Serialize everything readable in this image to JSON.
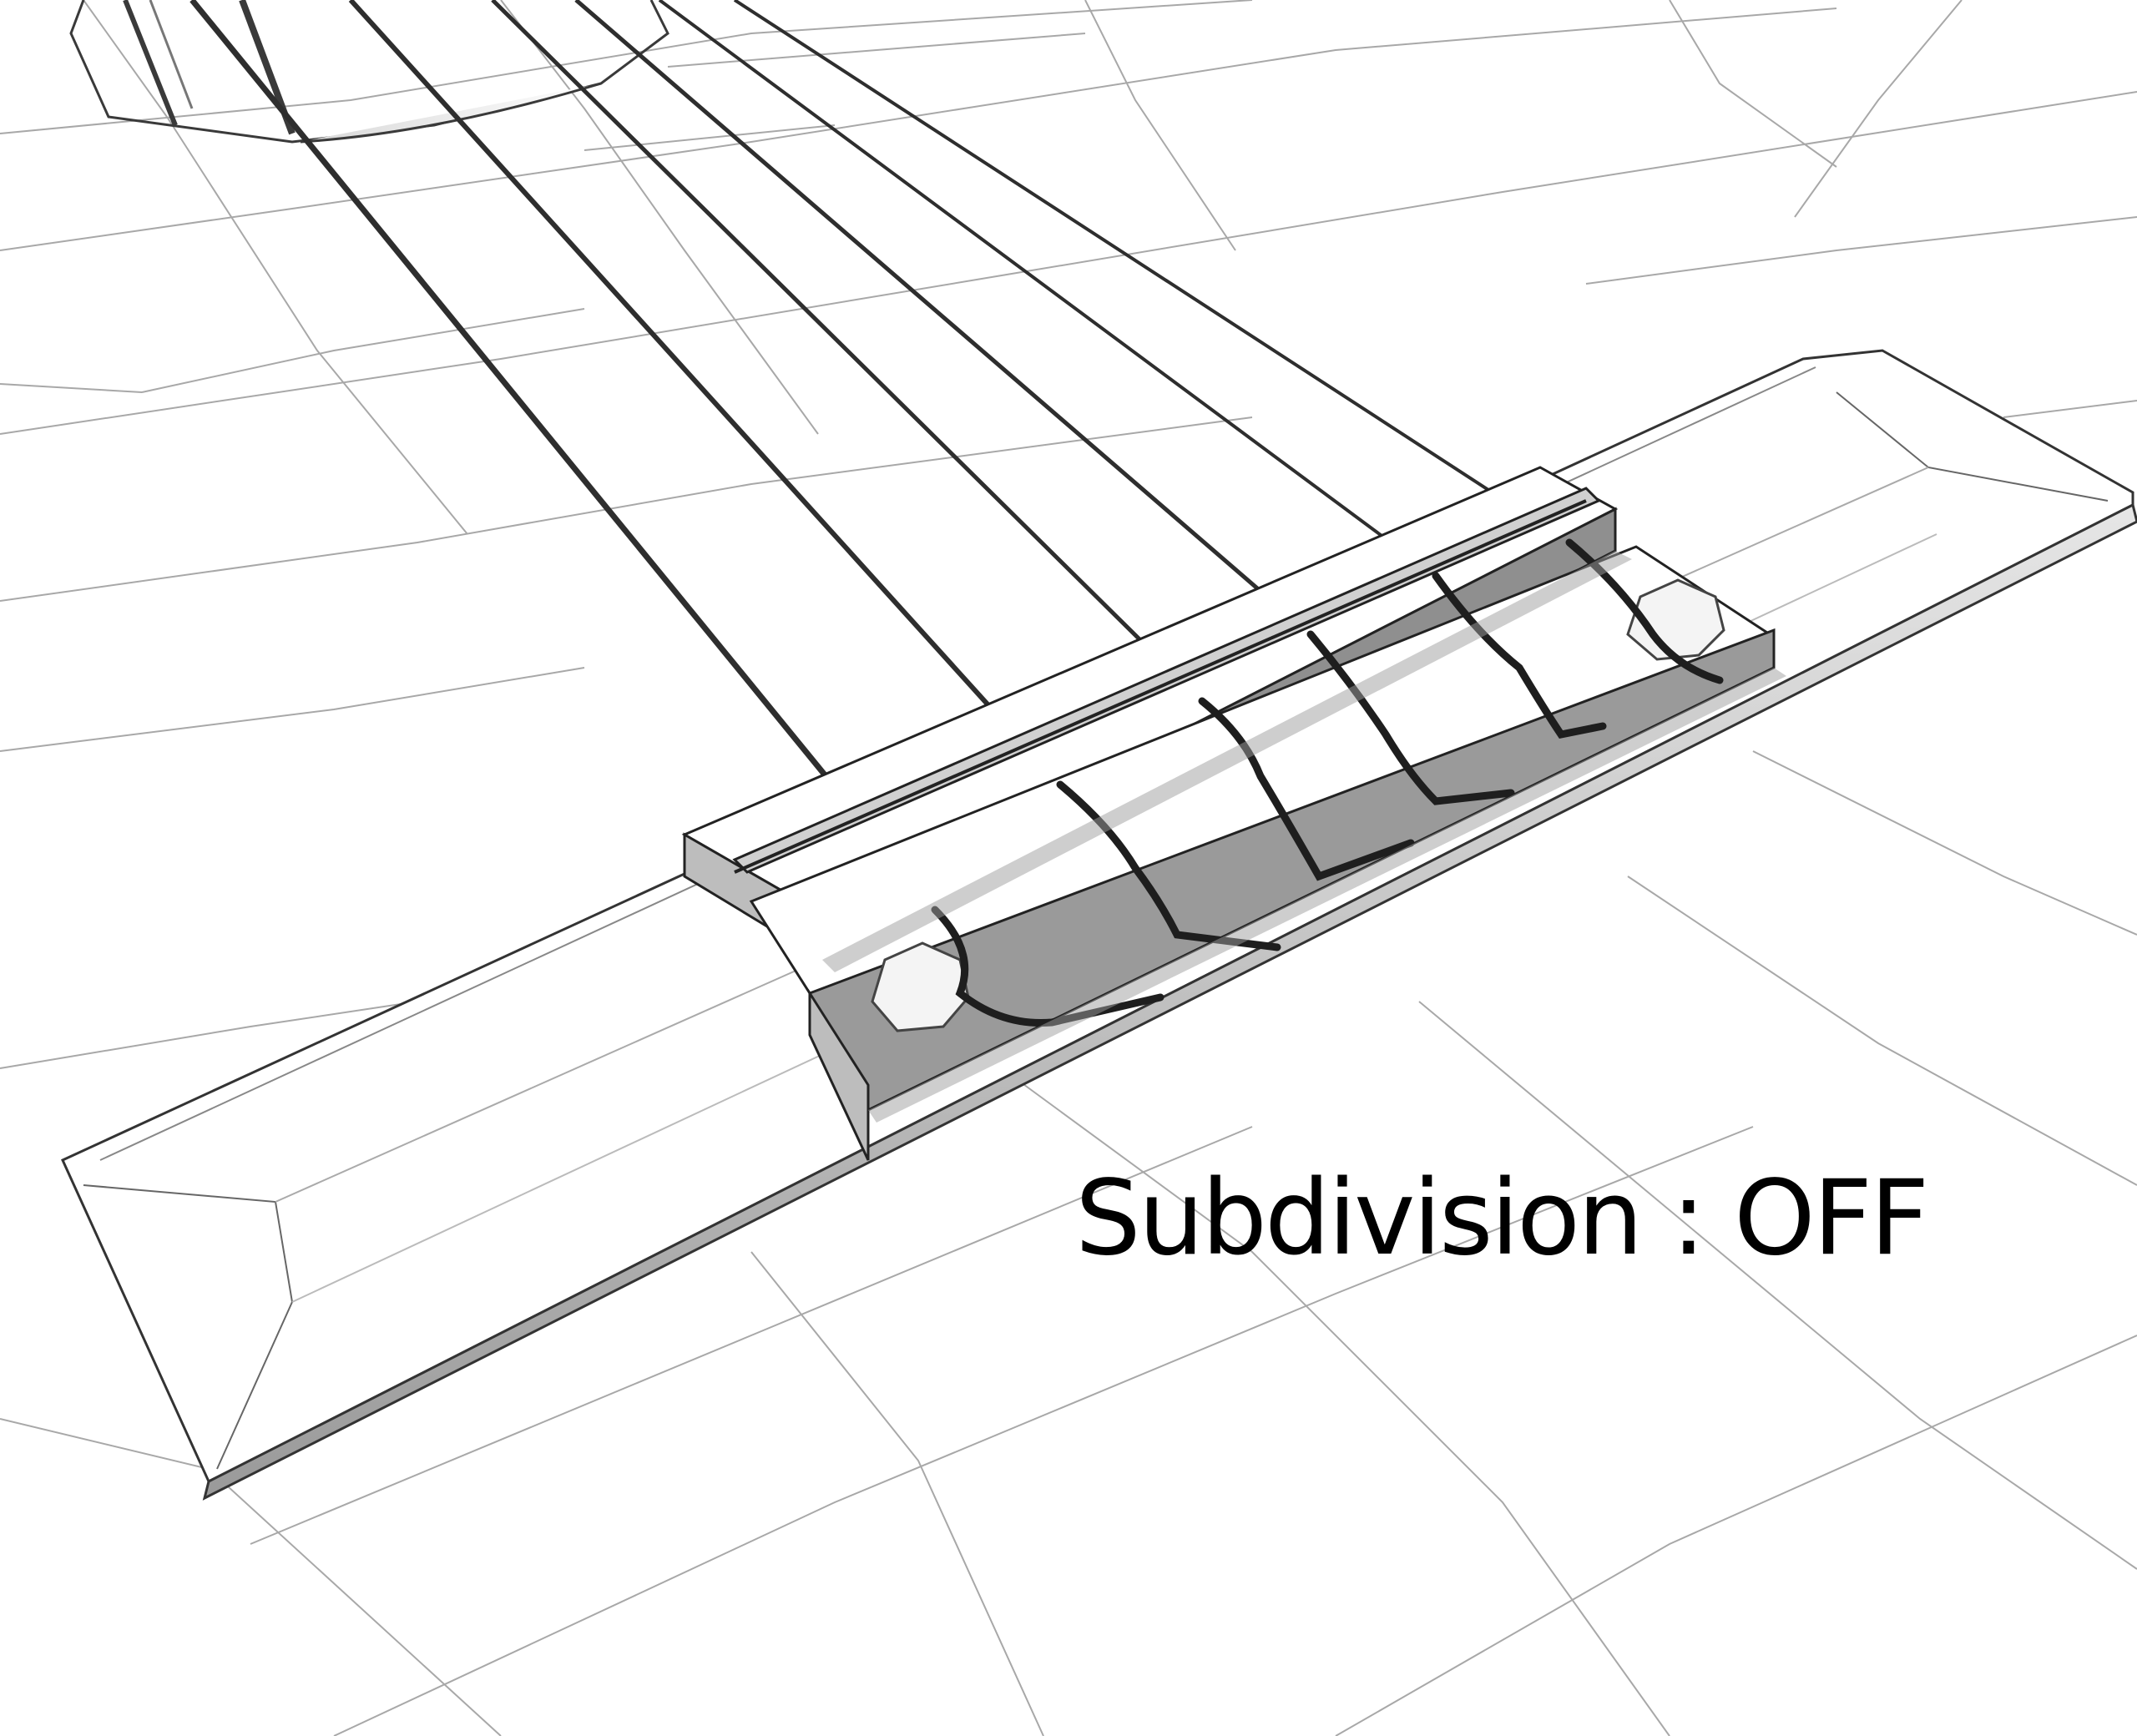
{
  "caption": {
    "text": "Subdivision : OFF"
  },
  "scene": {
    "subject": "guitar-bridge-wireframe-render",
    "string_count": 6,
    "colors": {
      "background": "#ffffff",
      "wire": "#3a3a3a",
      "light_wire": "#9a9a9a",
      "shadow": "#8c8c8c",
      "text": "#000000"
    }
  }
}
